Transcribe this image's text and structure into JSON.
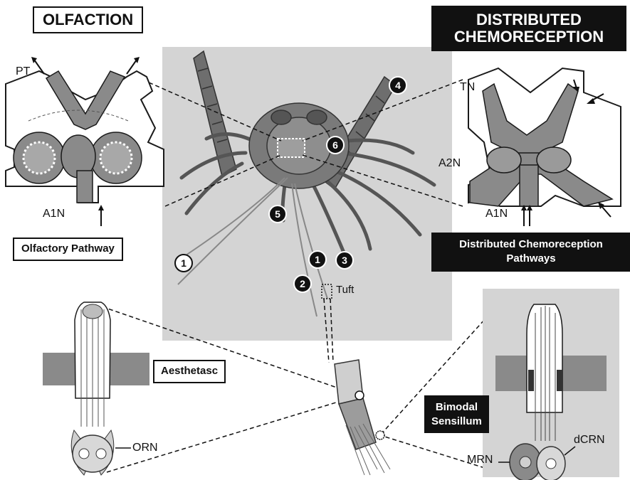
{
  "colors": {
    "tissue": "#8a8a8a",
    "outline": "#1a1a1a",
    "photo_bg": "#d4d4d4",
    "dark_label_bg": "#111111"
  },
  "headings": {
    "olfaction": "OLFACTION",
    "distributed_line1": "DISTRIBUTED",
    "distributed_line2": "CHEMORECEPTION"
  },
  "pathway_labels": {
    "olfactory": "Olfactory Pathway",
    "distributed_line1": "Distributed Chemoreception",
    "distributed_line2": "Pathways"
  },
  "left_brain": {
    "pt": "PT",
    "a1n": "A1N"
  },
  "right_brain": {
    "tn": "TN",
    "a2n": "A2N",
    "a1n": "A1N"
  },
  "center": {
    "tuft": "Tuft",
    "markers": [
      "1",
      "2",
      "3",
      "4",
      "5",
      "6",
      "1"
    ]
  },
  "sensilla": {
    "aesthetasc": "Aesthetasc",
    "orn": "ORN",
    "bimodal_line1": "Bimodal",
    "bimodal_line2": "Sensillum",
    "mrn": "MRN",
    "dcrn": "dCRN"
  }
}
